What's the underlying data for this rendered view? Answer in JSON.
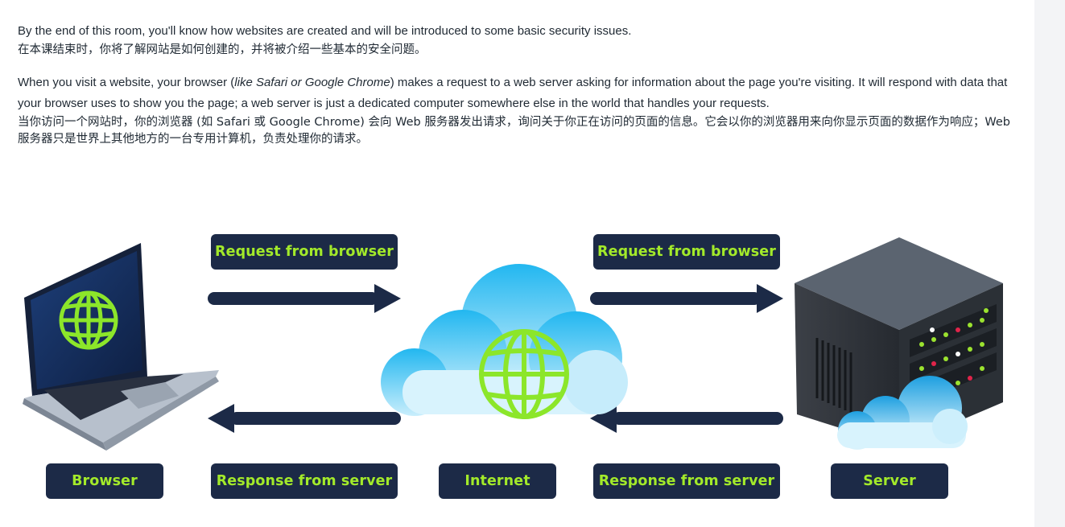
{
  "intro": {
    "en": "By the end of this room, you'll know how websites are created and will be introduced to some basic security issues.",
    "zh": "在本课结束时，你将了解网站是如何创建的，并将被介绍一些基本的安全问题。"
  },
  "visit": {
    "en_before": "When you visit a website, your browser (",
    "en_italic": "like Safari or Google Chrome",
    "en_after": ") makes a request to a web server asking for information about the page you're visiting. It will respond with data that your browser uses to show you the page; a web server is just a dedicated computer somewhere else in the world that handles your requests.",
    "zh": "当你访问一个网站时，你的浏览器 (如 Safari 或 Google Chrome) 会向 Web 服务器发出请求，询问关于你正在访问的页面的信息。它会以你的浏览器用来向你显示页面的数据作为响应；Web 服务器只是世界上其他地方的一台专用计算机，负责处理你的请求。"
  },
  "diagram": {
    "request_label_1": "Request from browser",
    "request_label_2": "Request from browser",
    "response_label_1": "Response from server",
    "response_label_2": "Response from server",
    "browser_label": "Browser",
    "internet_label": "Internet",
    "server_label": "Server",
    "icons": [
      "laptop-icon",
      "cloud-icon",
      "globe-icon",
      "server-icon"
    ],
    "colors": {
      "label_bg": "#1c2a47",
      "label_text": "#a3ea2a",
      "arrow": "#1c2a47"
    }
  }
}
